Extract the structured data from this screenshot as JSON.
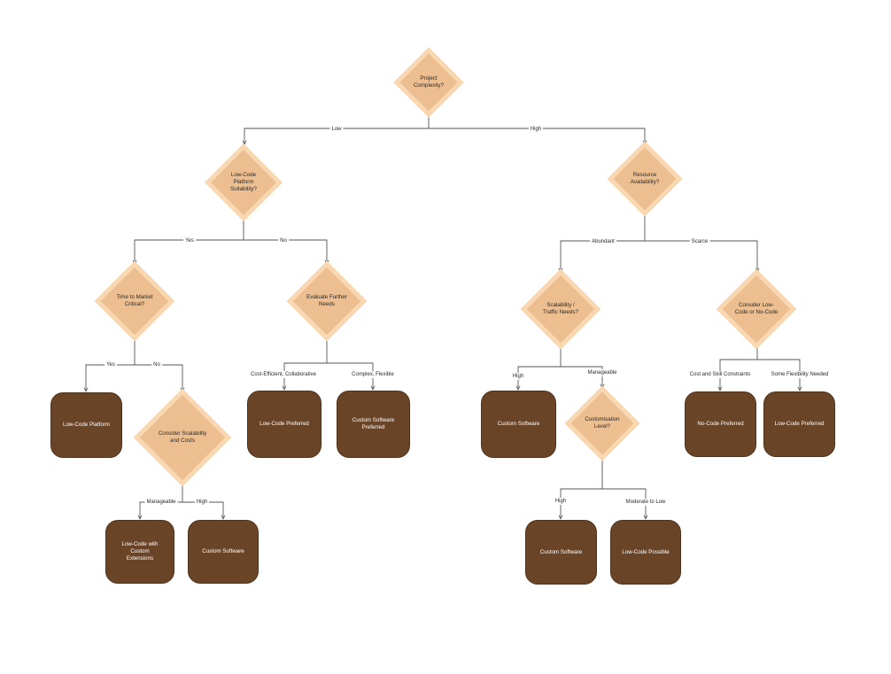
{
  "colors": {
    "decision_fill": "#EDBE8F",
    "decision_border": "#F8D7B1",
    "outcome_fill": "#6A4427",
    "edge": "#555555",
    "background": "#ffffff"
  },
  "nodes": {
    "project_complexity": "Project\nComplexity?",
    "lowcode_suitability": "Low-Code\nPlatform\nSuitability?",
    "resource_availability": "Resource\nAvailability?",
    "time_to_market": "Time to Market\nCritical?",
    "evaluate_further": "Evaluate Further\nNeeds",
    "scalability_traffic": "Scalability /\nTraffic Needs?",
    "consider_lowcode_nocode": "Consider Low-\nCode or No-Code",
    "lowcode_platform": "Low-Code Platform",
    "consider_scalability_costs": "Consider Scalability\nand Costs",
    "lowcode_preferred_left": "Low-Code Preferred",
    "custom_software_preferred": "Custom Software Preferred",
    "custom_software_right": "Custom Software",
    "customisation_level": "Customisation\nLevel?",
    "nocode_preferred": "No-Code Preferred",
    "lowcode_preferred_right": "Low-Code Preferred",
    "lowcode_custom_ext": "Low-Code with Custom\nExtensions",
    "custom_software_left": "Custom Software",
    "custom_software_bottom": "Custom Software",
    "lowcode_possible": "Low-Code Possible"
  },
  "edges": {
    "low": "Low",
    "high": "High",
    "yes_a": "Yes",
    "no_a": "No",
    "abundant": "Abundant",
    "scarce": "Scarce",
    "yes_b": "Yes",
    "no_b": "No",
    "cost_efficient": "Cost-Efficient, Collaborative",
    "complex_flexible": "Complex, Flexible",
    "high_b": "High",
    "manageable_b": "Manageable",
    "cost_skill": "Cost and Skill Constraints",
    "some_flexibility": "Some Flexibility Needed",
    "manageable_c": "Manageable",
    "high_c": "High",
    "high_d": "High",
    "moderate_low": "Moderate to Low"
  }
}
